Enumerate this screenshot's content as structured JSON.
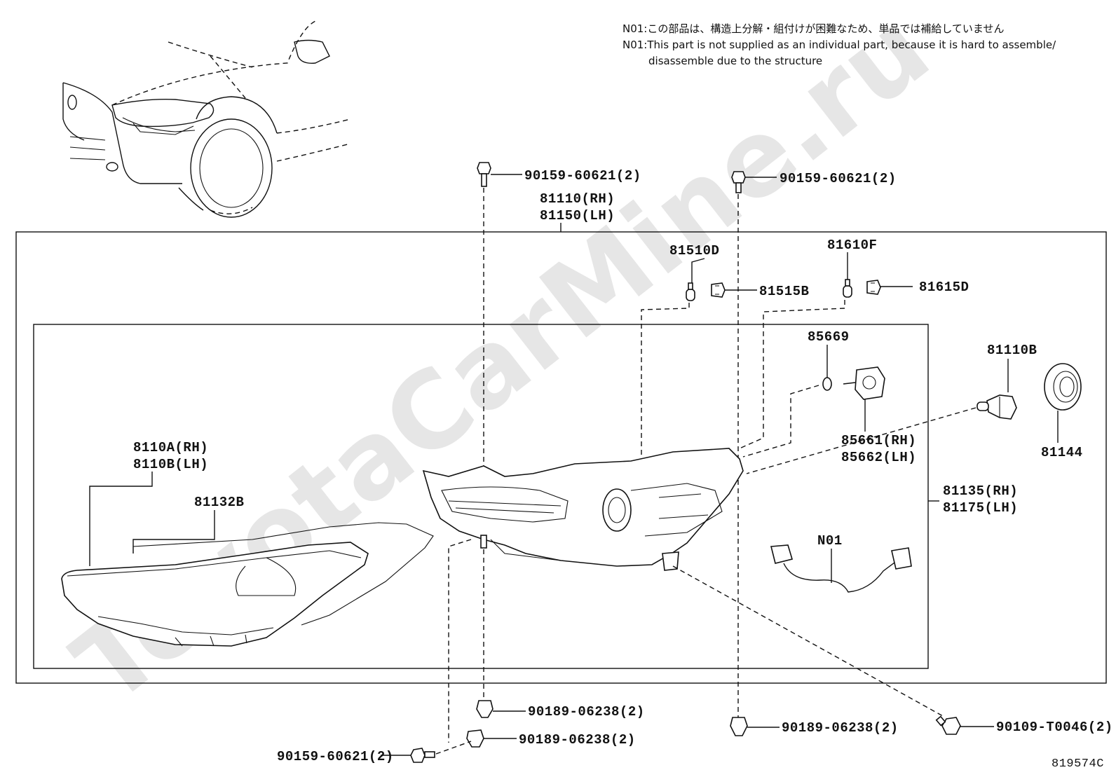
{
  "watermark": "ToyotaCarMine.ru",
  "notes": {
    "jp": "N01:この部品は、構造上分解・組付けが困難なため、単品では補給していません",
    "en_line1": "N01:This part is not supplied as an individual part, because it is hard to assemble/",
    "en_line2": "disassemble due to the structure"
  },
  "figure_id": "819574C",
  "labels": {
    "bolt_top_left": "90159-60621(2)",
    "bolt_top_right": "90159-60621(2)",
    "assy_rh": "81110(RH)",
    "assy_lh": "81150(LH)",
    "p81510D": "81510D",
    "p81515B": "81515B",
    "p81610F": "81610F",
    "p81615D": "81615D",
    "p85669": "85669",
    "p81110B": "81110B",
    "p85661": "85661(RH)",
    "p85662": "85662(LH)",
    "p81144": "81144",
    "lens_rh": "8110A(RH)",
    "lens_lh": "8110B(LH)",
    "p81132B": "81132B",
    "housing_rh": "81135(RH)",
    "housing_lh": "81175(LH)",
    "n01": "N01",
    "clip_a": "90189-06238(2)",
    "clip_b": "90189-06238(2)",
    "clip_c": "90189-06238(2)",
    "bolt_bottom": "90159-60621(2)",
    "screw_bottom": "90109-T0046(2)"
  }
}
